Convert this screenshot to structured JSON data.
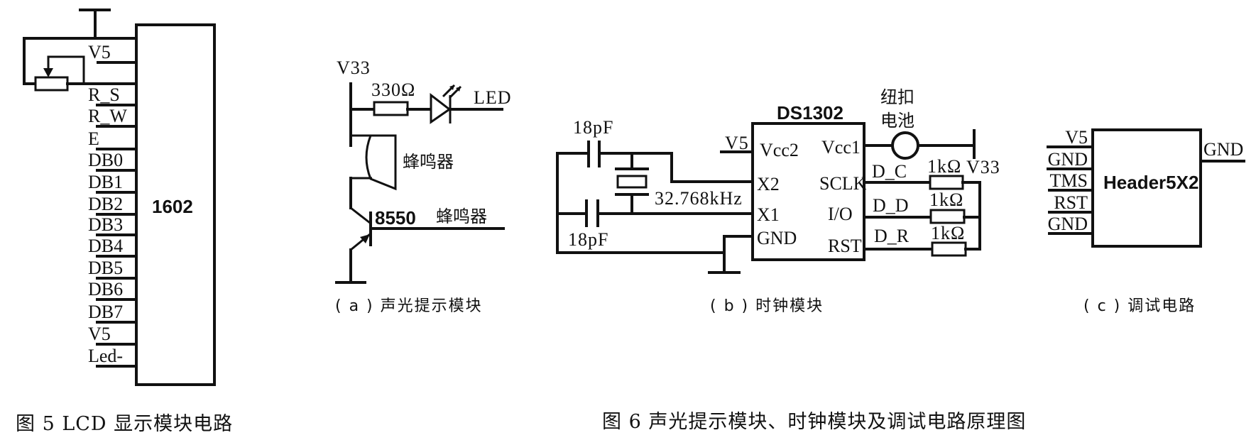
{
  "fig5": {
    "caption": "图 5  LCD 显示模块电路",
    "chip_label": "1602",
    "pins": [
      "V5",
      "R_S",
      "R_W",
      "E",
      "DB0",
      "DB1",
      "DB2",
      "DB3",
      "DB4",
      "DB5",
      "DB6",
      "DB7",
      "V5",
      "Led-"
    ]
  },
  "fig6": {
    "caption": "图 6   声光提示模块、时钟模块及调试电路原理图",
    "a": {
      "subcaption": "( a ) 声光提示模块",
      "supply": "V33",
      "resistor": "330Ω",
      "led_net": "LED",
      "buzzer_label": "蜂鸣器",
      "transistor": "8550",
      "buzzer_net": "蜂鸣器"
    },
    "b": {
      "subcaption": "( b ) 时钟模块",
      "chip_label": "DS1302",
      "cap_top": "18pF",
      "cap_bottom": "18pF",
      "crystal": "32.768kHz",
      "v5": "V5",
      "left_pins": [
        "Vcc2",
        "X2",
        "X1",
        "GND"
      ],
      "right_pins": [
        "Vcc1",
        "SCLK",
        "I/O",
        "RST"
      ],
      "battery_line1": "纽扣",
      "battery_line2": "电池",
      "nets": [
        "D_C",
        "D_D",
        "D_R"
      ],
      "resistors": [
        "1kΩ",
        "1kΩ",
        "1kΩ"
      ],
      "supply": "V33"
    },
    "c": {
      "subcaption": "( c ) 调试电路",
      "chip_label": "Header5X2",
      "left_pins": [
        "V5",
        "GND",
        "TMS",
        "RST",
        "GND"
      ],
      "right_pin": "GND"
    }
  }
}
